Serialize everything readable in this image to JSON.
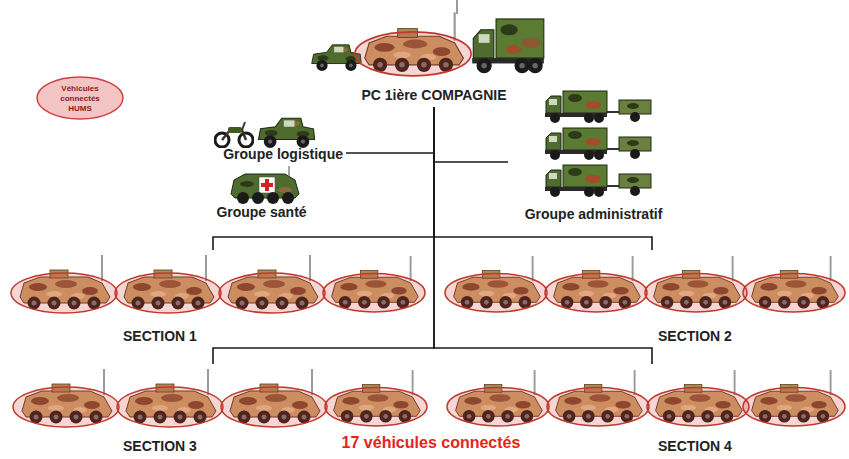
{
  "diagram": {
    "nodes": [
      {
        "text": [
          "PC 1ière COMPAGNIE"
        ]
      },
      {
        "text": [
          "Groupe logistique"
        ]
      },
      {
        "text": [
          "Groupe santé"
        ]
      },
      {
        "text": [
          "Groupe administratif"
        ]
      },
      {
        "text": [
          "SECTION 1"
        ]
      },
      {
        "text": [
          "SECTION 2"
        ]
      },
      {
        "text": [
          "SECTION 3"
        ]
      },
      {
        "text": [
          "SECTION 4"
        ]
      }
    ],
    "edges": [
      {
        "from": 0,
        "to": 1,
        "arrow": "none"
      },
      {
        "from": 0,
        "to": 3,
        "arrow": "none"
      },
      {
        "from": 0,
        "to": 4,
        "arrow": "none"
      },
      {
        "from": 0,
        "to": 5,
        "arrow": "none"
      },
      {
        "from": 0,
        "to": 6,
        "arrow": "none"
      },
      {
        "from": 0,
        "to": 7,
        "arrow": "none"
      }
    ],
    "labels": [
      "17 véhicules connectés"
    ],
    "legend": [
      {
        "text": "Véhicules connectés HUMS",
        "color": "#f2c4c4"
      }
    ]
  }
}
